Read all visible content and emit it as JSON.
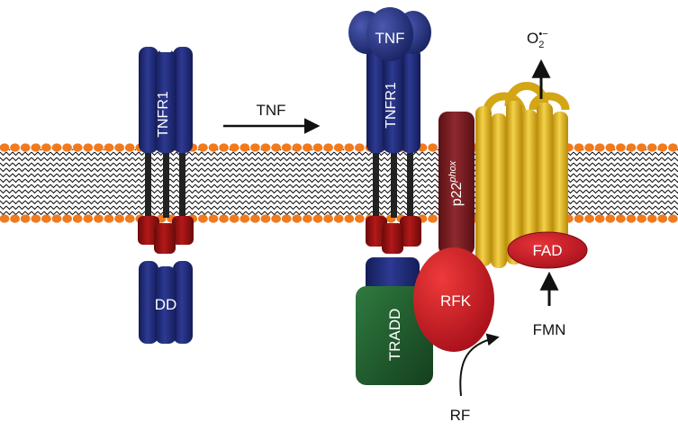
{
  "labels": {
    "tnfr1_left": "TNFR1",
    "dd": "DD",
    "tnf_arrow": "TNF",
    "tnf_ligand": "TNF",
    "tnfr1_right": "TNFR1",
    "p22_base": "p22",
    "p22_sup": "phox",
    "rfk": "RFK",
    "tradd": "TRADD",
    "fad": "FAD",
    "fmn": "FMN",
    "rf": "RF",
    "superoxide_base": "O",
    "superoxide_sub": "2",
    "superoxide_sup": "•−"
  },
  "colors": {
    "receptor_blue": "#1d2a78",
    "receptor_red": "#8f1010",
    "lipid_head": "#f07a1e",
    "p22_maroon": "#7a1a1e",
    "nox_yellow": "#e8b814",
    "rfk_red": "#c8161d",
    "tradd_green": "#1f5a2c"
  }
}
